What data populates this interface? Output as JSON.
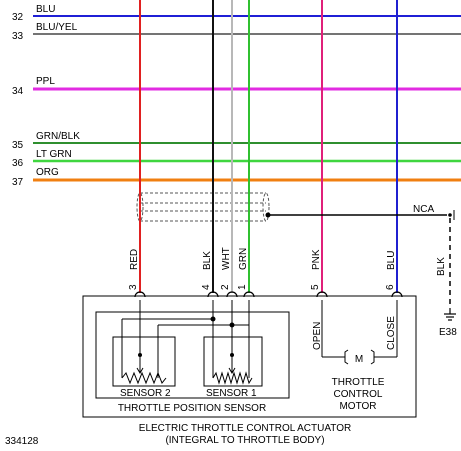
{
  "bus_wires": [
    {
      "num": "32",
      "label": "BLU",
      "color": "#1f1fd6"
    },
    {
      "num": "33",
      "label": "BLU/YEL",
      "color": "#202020"
    },
    {
      "num": "34",
      "label": "PPL",
      "color": "#e22be2"
    },
    {
      "num": "35",
      "label": "GRN/BLK",
      "color": "#2f8f2f"
    },
    {
      "num": "36",
      "label": "LT GRN",
      "color": "#3fd63f"
    },
    {
      "num": "37",
      "label": "ORG",
      "color": "#f07f10"
    }
  ],
  "vertical_wires": [
    {
      "label": "RED",
      "pin": "3",
      "color": "#e02020"
    },
    {
      "label": "BLK",
      "pin": "4",
      "color": "#111111"
    },
    {
      "label": "WHT",
      "pin": "2",
      "color": "#b8b8b8"
    },
    {
      "label": "GRN",
      "pin": "1",
      "color": "#30c030"
    },
    {
      "label": "PNK",
      "pin": "5",
      "color": "#e0207a"
    },
    {
      "label": "BLU",
      "pin": "6",
      "color": "#2020d0"
    }
  ],
  "ground": {
    "wire_label": "BLK",
    "connector": "E38",
    "nca_label": "NCA"
  },
  "sensors": {
    "sensor2": "SENSOR 2",
    "sensor1": "SENSOR 1",
    "tps_label": "THROTTLE POSITION SENSOR"
  },
  "motor": {
    "open_label": "OPEN",
    "close_label": "CLOSE",
    "symbol": "M",
    "label_lines": [
      "THROTTLE",
      "CONTROL",
      "MOTOR"
    ]
  },
  "actuator_lines": [
    "ELECTRIC THROTTLE CONTROL ACTUATOR",
    "(INTEGRAL TO THROTTLE BODY)"
  ],
  "figure_id": "334128"
}
